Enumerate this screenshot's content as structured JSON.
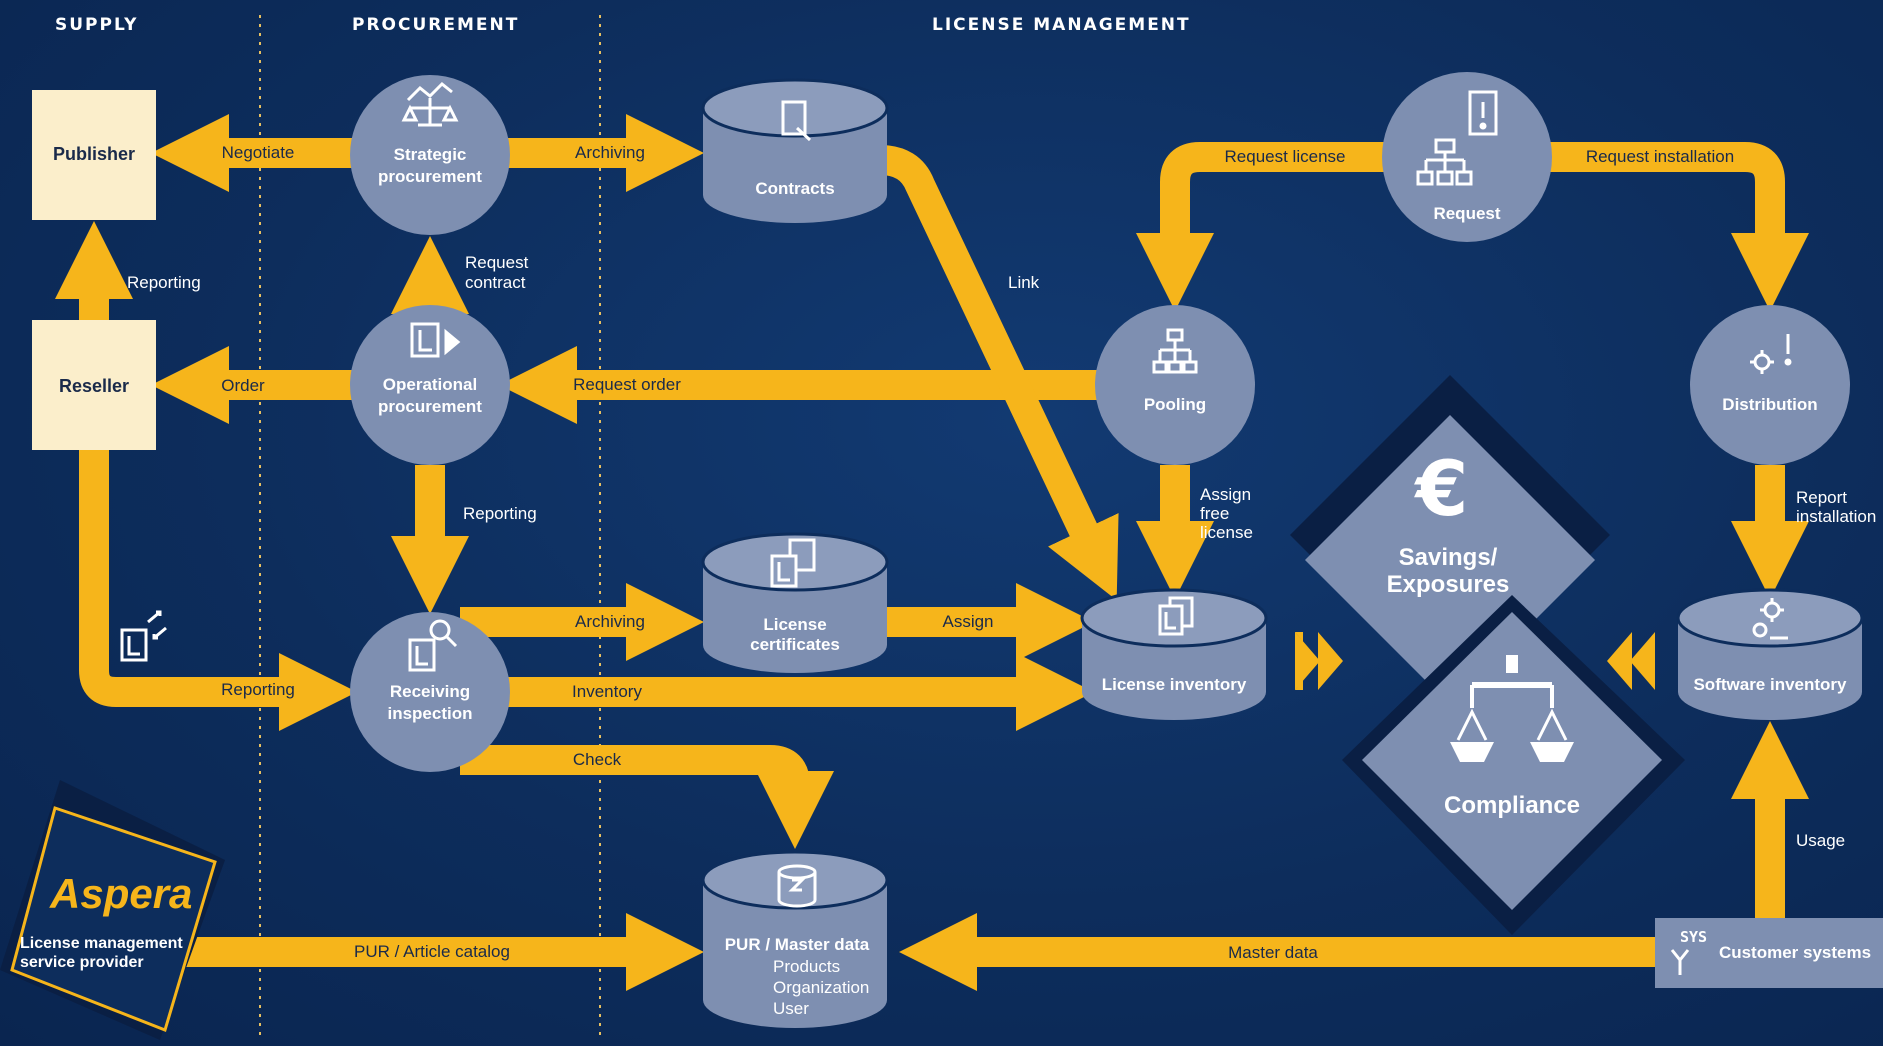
{
  "sections": {
    "supply": "SUPPLY",
    "procurement": "PROCUREMENT",
    "license_management": "LICENSE MANAGEMENT"
  },
  "boxes": {
    "publisher": "Publisher",
    "reseller": "Reseller"
  },
  "nodes": {
    "strategic": [
      "Strategic",
      "procurement"
    ],
    "operational": [
      "Operational",
      "procurement"
    ],
    "receiving": [
      "Receiving",
      "inspection"
    ],
    "contracts": "Contracts",
    "license_certificates": [
      "License",
      "certificates"
    ],
    "pur_master": "PUR / Master data",
    "pur_sub": [
      "Products",
      "Organization",
      "User"
    ],
    "request": "Request",
    "pooling": "Pooling",
    "distribution": "Distribution",
    "license_inventory": "License inventory",
    "software_inventory": "Software inventory",
    "customer_systems": "Customer systems",
    "customer_systems_icon_text": "SYS"
  },
  "diamonds": {
    "savings": [
      "Savings/",
      "Exposures"
    ],
    "compliance": "Compliance",
    "currency_symbol": "€"
  },
  "arrows": {
    "negotiate": "Negotiate",
    "archiving_top": "Archiving",
    "reporting_left": "Reporting",
    "request_contract": [
      "Request",
      "contract"
    ],
    "order": "Order",
    "request_order": "Request order",
    "reporting_mid": "Reporting",
    "archiving_mid": "Archiving",
    "assign": "Assign",
    "inventory": "Inventory",
    "reporting_bottom": "Reporting",
    "check": "Check",
    "link": "Link",
    "request_license": "Request license",
    "request_installation": "Request installation",
    "assign_free_license": [
      "Assign",
      "free",
      "license"
    ],
    "report_installation": [
      "Report",
      "installation"
    ],
    "usage": "Usage",
    "master_data": "Master data",
    "pur_article_catalog": "PUR / Article catalog"
  },
  "logo": {
    "name": "Aspera",
    "subtitle": [
      "License management",
      "service provider"
    ]
  },
  "colors": {
    "background": "#0d2d5c",
    "arrow": "#f6b51b",
    "node": "#7e8fb1",
    "box": "#fbeecb"
  }
}
